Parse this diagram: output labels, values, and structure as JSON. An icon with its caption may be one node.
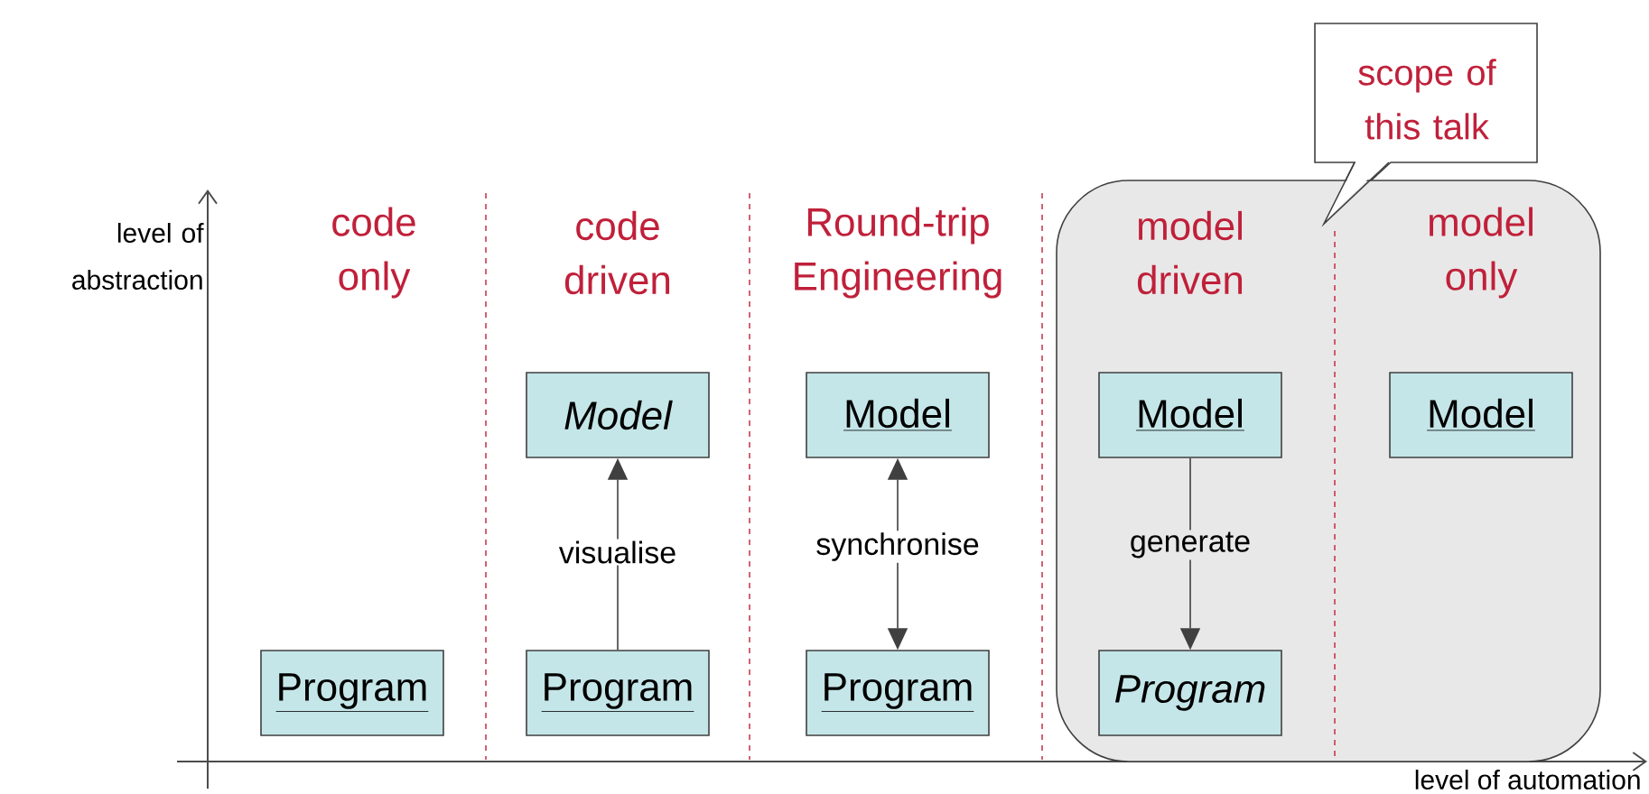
{
  "diagram": {
    "nodes": [
      {
        "text": [
          "scope of this talk"
        ]
      },
      {
        "text": [],
        "shape": "box"
      },
      {
        "text": [
          "Model"
        ]
      },
      {
        "text": [
          "Model"
        ]
      },
      {
        "text": [
          "Model"
        ],
        "in": 1
      },
      {
        "text": [
          "Model"
        ],
        "in": 1
      },
      {
        "text": [
          "Program"
        ]
      },
      {
        "text": [
          "Program"
        ]
      },
      {
        "text": [
          "Program"
        ]
      },
      {
        "text": [
          "Program"
        ],
        "in": 1
      }
    ],
    "edges": [
      {
        "from": 7,
        "to": 2,
        "arrow": "to",
        "label": "visualise"
      },
      {
        "from": 3,
        "to": 8,
        "arrow": "both",
        "label": "synchronise"
      },
      {
        "from": 4,
        "to": 9,
        "arrow": "to",
        "label": "generate"
      }
    ],
    "labels": [
      "level of abstraction",
      "code only",
      "code driven",
      "Round-trip Engineering",
      "model driven",
      "model only",
      "level of automation"
    ]
  }
}
